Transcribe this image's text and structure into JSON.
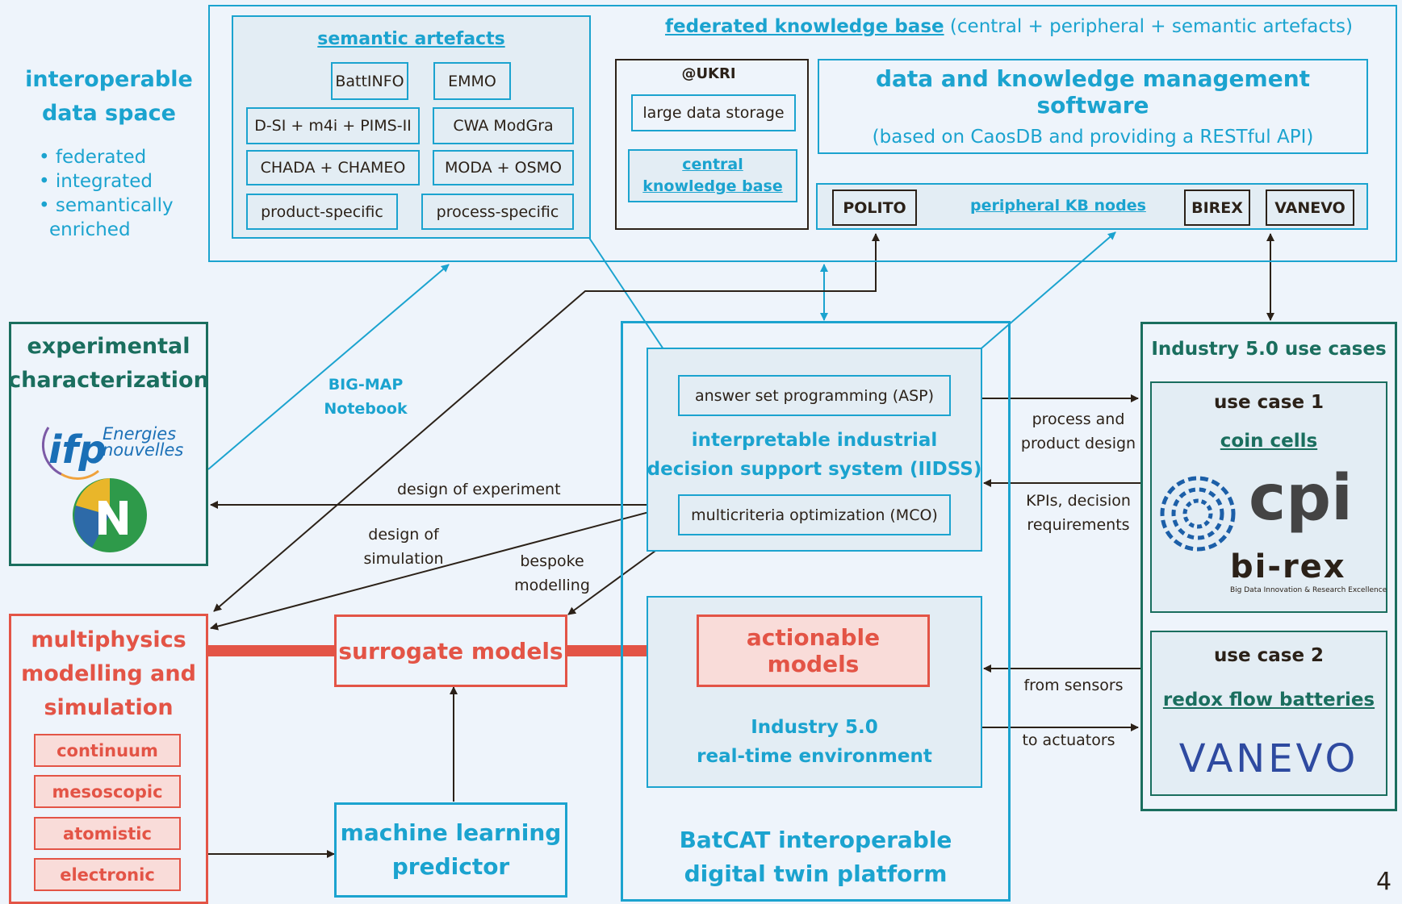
{
  "left_panel": {
    "title_line1": "interoperable",
    "title_line2": "data space",
    "bullets": [
      "federated",
      "integrated",
      "semantically",
      "enriched"
    ]
  },
  "federated_kb": {
    "title": "federated knowledge base",
    "subtitle": "(central + peripheral + semantic artefacts)"
  },
  "semantic_artefacts": {
    "title": "semantic artefacts",
    "items": [
      "BattINFO",
      "EMMO",
      "D-SI + m4i + PIMS-II",
      "CWA ModGra",
      "CHADA + CHAMEO",
      "MODA + OSMO",
      "product-specific",
      "process-specific"
    ]
  },
  "ukri": {
    "title": "@UKRI",
    "storage": "large data storage",
    "central_kb_line1": "central",
    "central_kb_line2": "knowledge base"
  },
  "dkms": {
    "title": "data and knowledge management software",
    "subtitle": "(based on CaosDB and providing a RESTful API)"
  },
  "peripheral": {
    "label": "peripheral KB nodes",
    "nodes": [
      "POLITO",
      "BIREX",
      "VANEVO"
    ]
  },
  "experimental": {
    "title_line1": "experimental",
    "title_line2": "characterization",
    "logo1_line1": "Energies",
    "logo1_line2": "nouvelles"
  },
  "multiphysics": {
    "title_line1": "multiphysics",
    "title_line2": "modelling and",
    "title_line3": "simulation",
    "levels": [
      "continuum",
      "mesoscopic",
      "atomistic",
      "electronic"
    ]
  },
  "surrogate": {
    "label": "surrogate models"
  },
  "ml": {
    "line1": "machine learning",
    "line2": "predictor"
  },
  "actionable": {
    "label": "actionable models"
  },
  "iidss": {
    "asp": "answer set programming (ASP)",
    "title_line1": "interpretable industrial",
    "title_line2": "decision support system (IIDSS)",
    "mco": "multicriteria optimization (MCO)"
  },
  "realtime": {
    "line1": "Industry 5.0",
    "line2": "real-time environment"
  },
  "platform": {
    "line1": "BatCAT interoperable",
    "line2": "digital twin platform"
  },
  "use_cases": {
    "title": "Industry 5.0 use cases",
    "uc1_title": "use case 1",
    "uc1_name": "coin cells",
    "uc1_logo_text": "cpi",
    "uc1_logo2_text": "bi-rex",
    "uc1_logo2_sub": "Big Data Innovation & Research Excellence",
    "uc2_title": "use case 2",
    "uc2_name": "redox flow batteries",
    "uc2_logo_text": "VANEVO"
  },
  "edge_labels": {
    "bigmap_line1": "BIG-MAP",
    "bigmap_line2": "Notebook",
    "doe": "design of experiment",
    "dos_line1": "design of",
    "dos_line2": "simulation",
    "bespoke_line1": "bespoke",
    "bespoke_line2": "modelling",
    "ppd_line1": "process and",
    "ppd_line2": "product design",
    "kpi_line1": "KPIs, decision",
    "kpi_line2": "requirements",
    "sensors": "from sensors",
    "actuators": "to actuators"
  },
  "page_number": "4",
  "colors": {
    "background": "#eef4fb",
    "blue": "#1ba3cf",
    "dark": "#2b2118",
    "teal": "#1a6e5e",
    "red": "#e35446"
  }
}
